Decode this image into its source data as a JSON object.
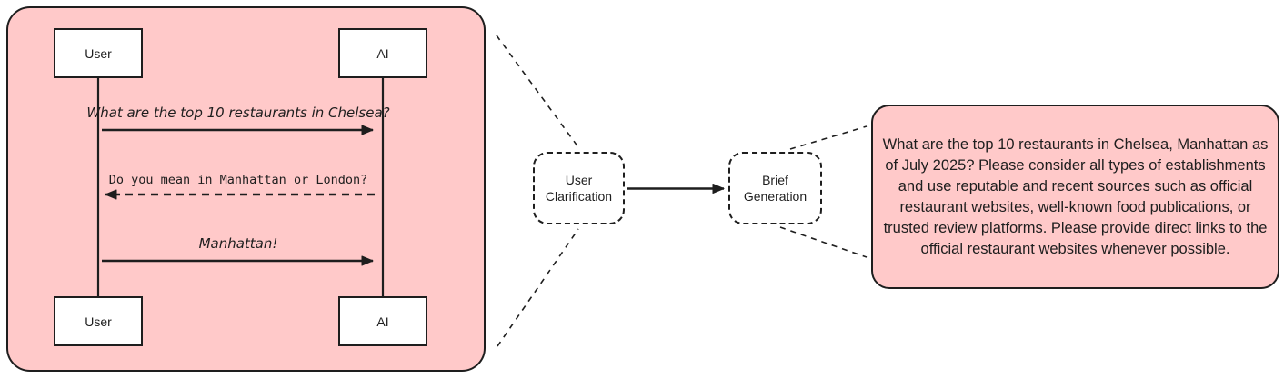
{
  "colors": {
    "panel_fill": "#ffc9c9",
    "stroke": "#1e1e1e",
    "actor_fill": "#ffffff"
  },
  "sequence_panel": {
    "actors": {
      "top_left": "User",
      "top_right": "AI",
      "bottom_left": "User",
      "bottom_right": "AI"
    },
    "messages": [
      {
        "text": "What are the top 10 restaurants in Chelsea?",
        "from": "User",
        "to": "AI",
        "line_style": "solid"
      },
      {
        "text": "Do you mean in Manhattan or London?",
        "from": "AI",
        "to": "User",
        "line_style": "dashed"
      },
      {
        "text": "Manhattan!",
        "from": "User",
        "to": "AI",
        "line_style": "solid"
      }
    ]
  },
  "flow": {
    "clarification_label": "User Clarification",
    "generation_label": "Brief Generation"
  },
  "brief_box": {
    "text": "What are the top 10 restaurants in Chelsea, Manhattan as of July 2025? Please consider all types of establishments and use reputable and recent sources such as official restaurant websites, well-known food publications, or trusted review platforms. Please provide direct links to the official restaurant websites whenever possible."
  }
}
